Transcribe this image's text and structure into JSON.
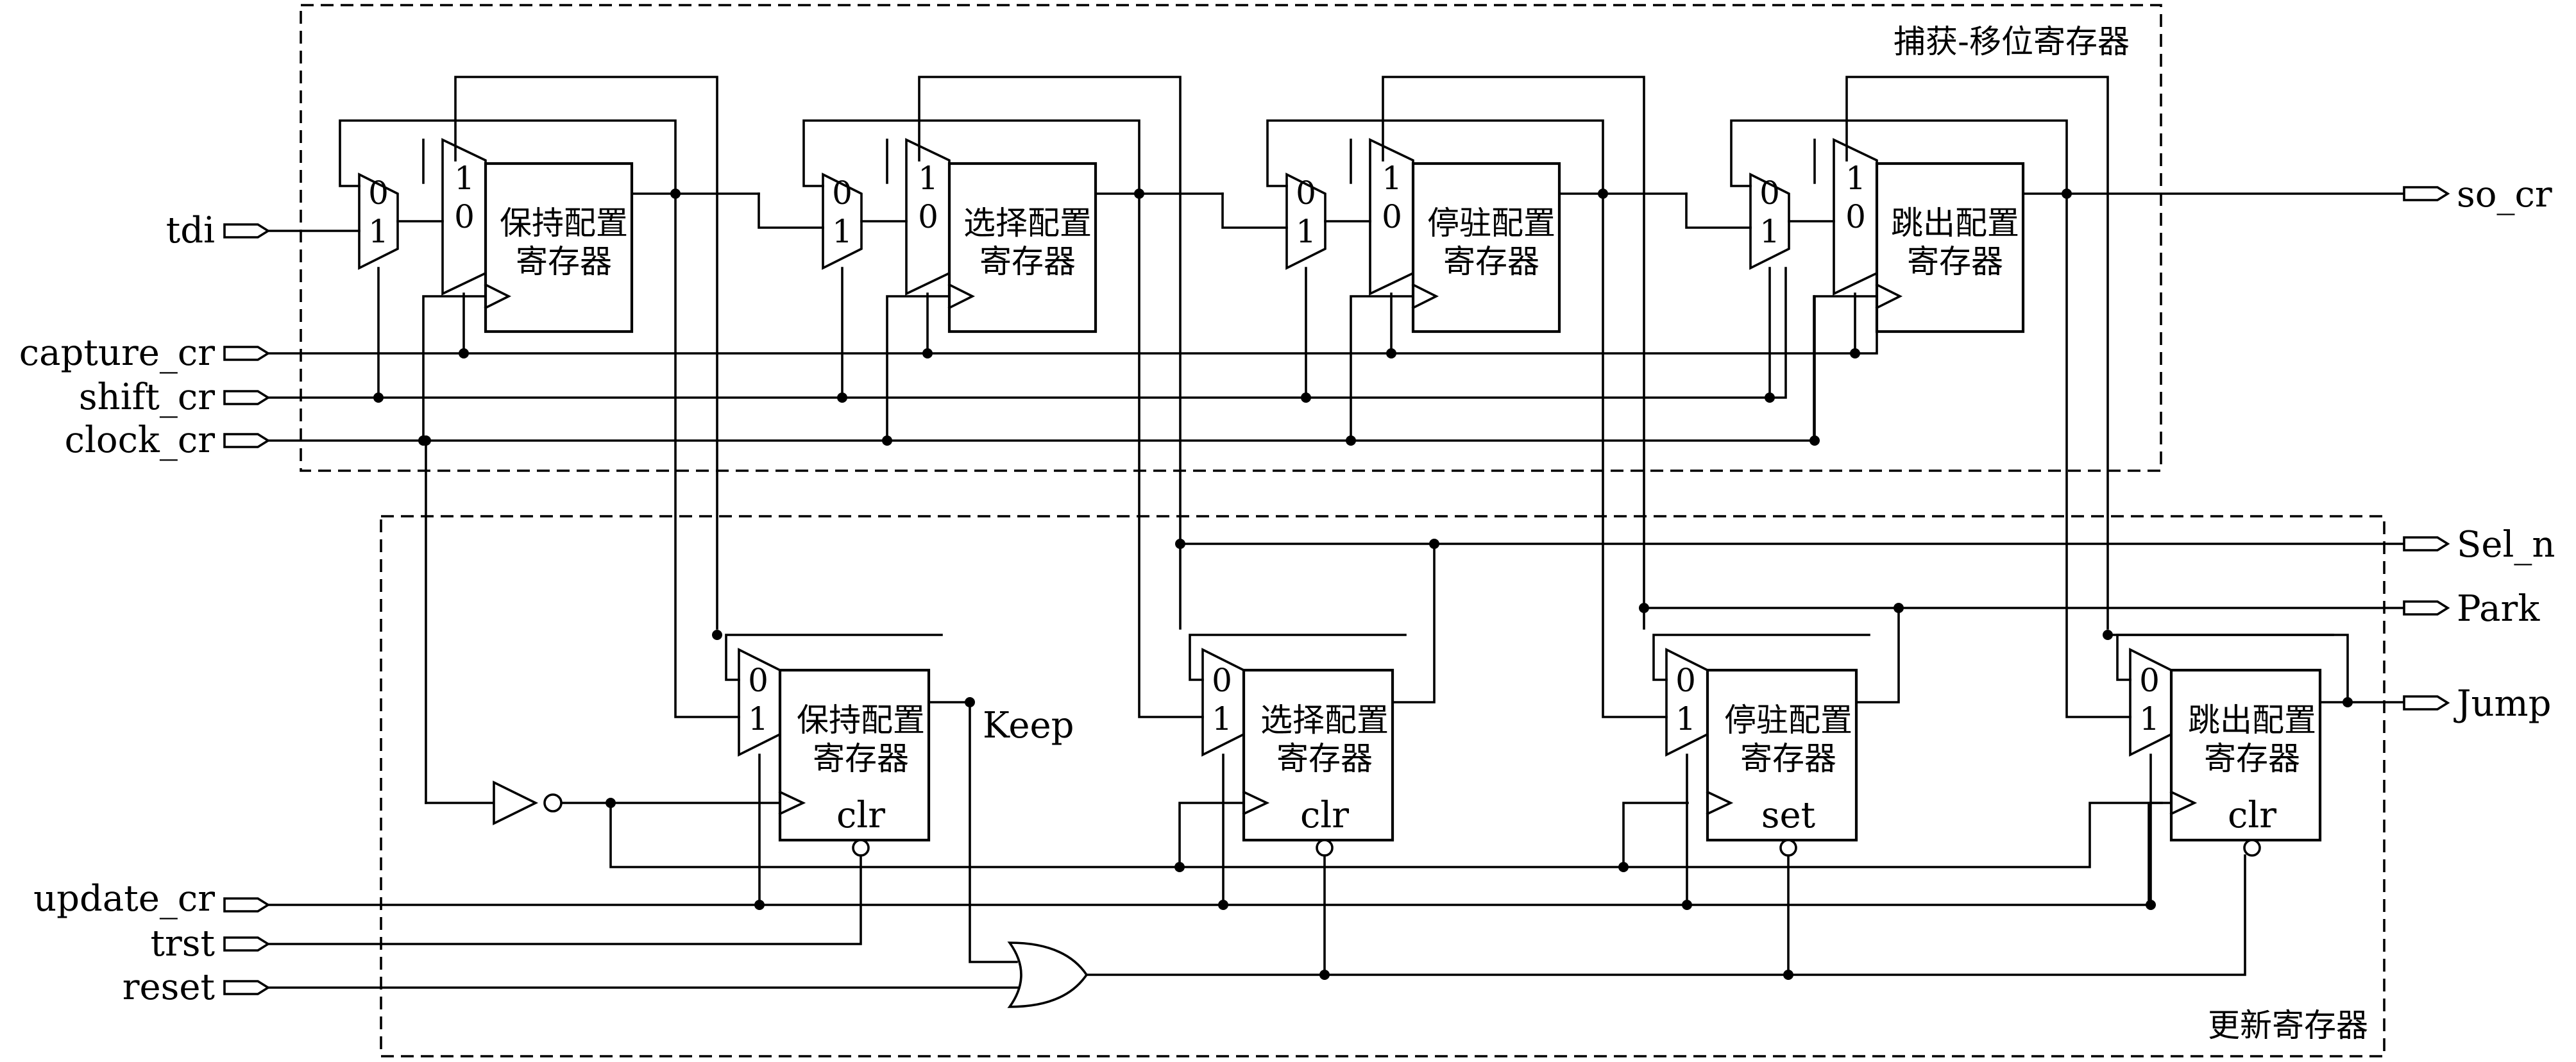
{
  "regions": {
    "capture_shift": "捕获-移位寄存器",
    "update": "更新寄存器"
  },
  "inputs": {
    "tdi": "tdi",
    "capture_cr": "capture_cr",
    "shift_cr": "shift_cr",
    "clock_cr": "clock_cr",
    "update_cr": "update_cr",
    "trst": "trst",
    "reset": "reset"
  },
  "outputs": {
    "so_cr": "so_cr",
    "sel_n": "Sel_n",
    "park": "Park",
    "jump": "Jump",
    "keep": "Keep"
  },
  "shift_registers": [
    {
      "line1": "保持配置",
      "line2": "寄存器"
    },
    {
      "line1": "选择配置",
      "line2": "寄存器"
    },
    {
      "line1": "停驻配置",
      "line2": "寄存器"
    },
    {
      "line1": "跳出配置",
      "line2": "寄存器"
    }
  ],
  "update_registers": [
    {
      "line1": "保持配置",
      "line2": "寄存器",
      "ctrl": "clr"
    },
    {
      "line1": "选择配置",
      "line2": "寄存器",
      "ctrl": "clr"
    },
    {
      "line1": "停驻配置",
      "line2": "寄存器",
      "ctrl": "set"
    },
    {
      "line1": "跳出配置",
      "line2": "寄存器",
      "ctrl": "clr"
    }
  ],
  "mux_labels": {
    "zero": "0",
    "one": "1"
  }
}
